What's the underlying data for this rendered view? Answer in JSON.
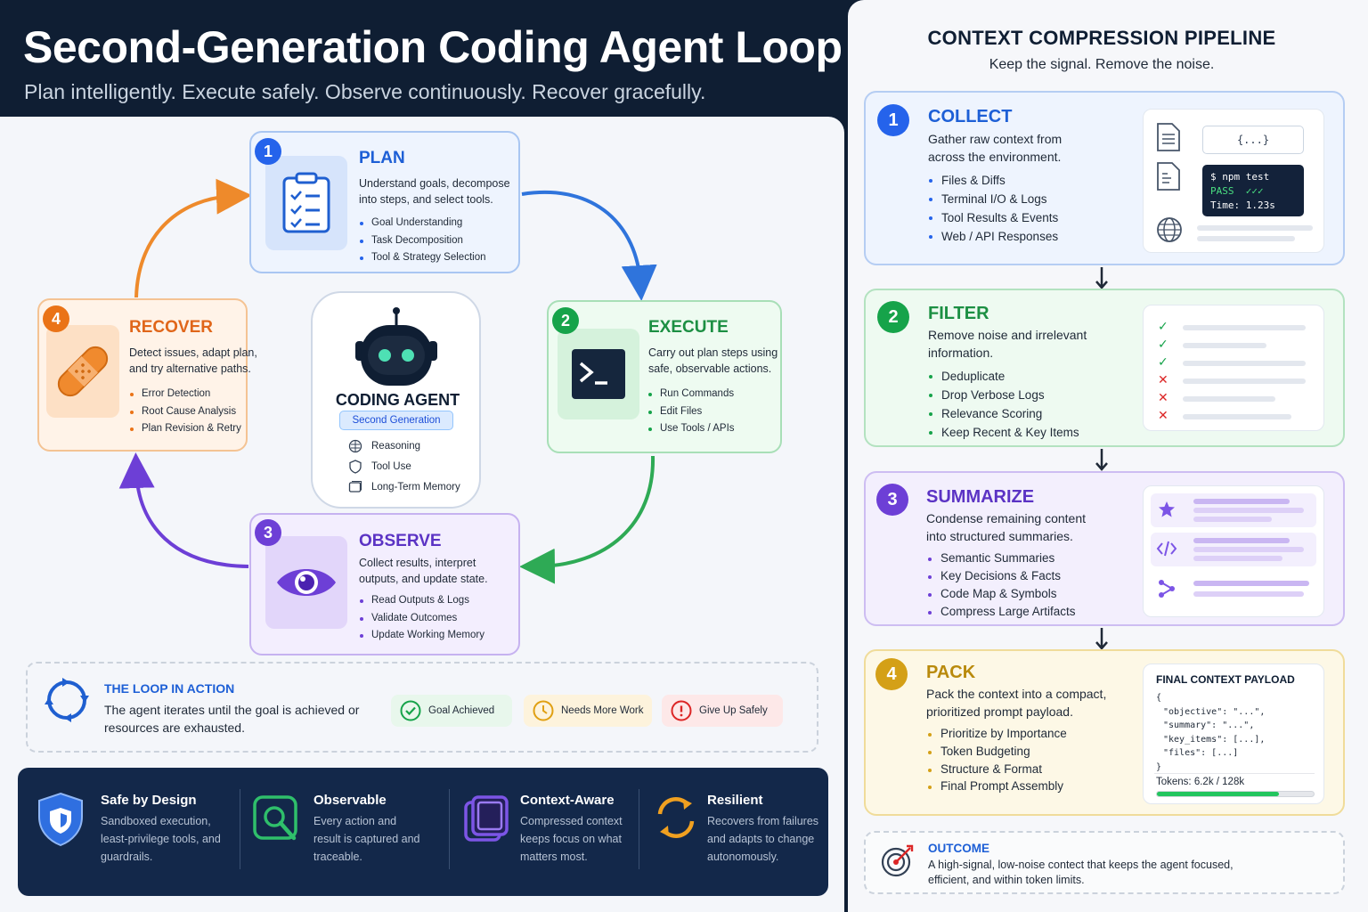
{
  "header": {
    "title": "Second-Generation Coding Agent Loop",
    "subtitle": "Plan intelligently. Execute safely. Observe continuously. Recover gracefully."
  },
  "loop": {
    "plan": {
      "num": "1",
      "title": "PLAN",
      "desc": "Understand goals, decompose into steps, and select tools.",
      "items": [
        "Goal Understanding",
        "Task Decomposition",
        "Tool & Strategy Selection"
      ],
      "icon": "clipboard-checklist-icon"
    },
    "execute": {
      "num": "2",
      "title": "EXECUTE",
      "desc": "Carry out plan steps using safe, observable actions.",
      "items": [
        "Run Commands",
        "Edit Files",
        "Use Tools / APIs"
      ],
      "icon": "terminal-icon"
    },
    "observe": {
      "num": "3",
      "title": "OBSERVE",
      "desc": "Collect results, interpret outputs, and update state.",
      "items": [
        "Read Outputs & Logs",
        "Validate Outcomes",
        "Update Working Memory"
      ],
      "icon": "eye-icon"
    },
    "recover": {
      "num": "4",
      "title": "RECOVER",
      "desc": "Detect issues, adapt plan, and try alternative paths.",
      "items": [
        "Error Detection",
        "Root Cause Analysis",
        "Plan Revision & Retry"
      ],
      "icon": "bandage-icon"
    }
  },
  "agent": {
    "title": "CODING AGENT",
    "badge": "Second Generation",
    "capabilities": [
      "Reasoning",
      "Tool Use",
      "Long-Term Memory"
    ]
  },
  "loop_in_action": {
    "title": "THE LOOP IN ACTION",
    "desc": "The agent iterates until the goal is achieved or resources are exhausted.",
    "statuses": [
      "Goal Achieved",
      "Needs More Work",
      "Give Up Safely"
    ]
  },
  "features": [
    {
      "title": "Safe by Design",
      "desc": "Sandboxed execution, least-privilege tools, and guardrails.",
      "icon": "shield-icon"
    },
    {
      "title": "Observable",
      "desc": "Every action and result is captured and traceable.",
      "icon": "magnifier-icon"
    },
    {
      "title": "Context-Aware",
      "desc": "Compressed context keeps focus on what matters most.",
      "icon": "stacked-layers-icon"
    },
    {
      "title": "Resilient",
      "desc": "Recovers from failures and adapts to change autonomously.",
      "icon": "refresh-cycle-icon"
    }
  ],
  "pipeline": {
    "title": "CONTEXT COMPRESSION PIPELINE",
    "subtitle": "Keep the signal. Remove the noise.",
    "steps": [
      {
        "num": "1",
        "title": "COLLECT",
        "desc": "Gather raw context from across the environment.",
        "items": [
          "Files & Diffs",
          "Terminal I/O & Logs",
          "Tool Results & Events",
          "Web / API Responses"
        ]
      },
      {
        "num": "2",
        "title": "FILTER",
        "desc": "Remove noise and irrelevant information.",
        "items": [
          "Deduplicate",
          "Drop Verbose Logs",
          "Relevance Scoring",
          "Keep Recent & Key Items"
        ]
      },
      {
        "num": "3",
        "title": "SUMMARIZE",
        "desc": "Condense remaining content into structured summaries.",
        "items": [
          "Semantic Summaries",
          "Key Decisions & Facts",
          "Code Map & Symbols",
          "Compress Large Artifacts"
        ]
      },
      {
        "num": "4",
        "title": "PACK",
        "desc": "Pack the context into a compact, prioritized prompt payload.",
        "items": [
          "Prioritize by Importance",
          "Token Budgeting",
          "Structure & Format",
          "Final Prompt Assembly"
        ]
      }
    ],
    "collect_visual": {
      "json_chip": "{...}",
      "terminal": {
        "cmd": "$ npm test",
        "pass": "PASS",
        "checks": "✓✓✓",
        "time": "Time: 1.23s"
      }
    },
    "filter_visual": {
      "marks": [
        "✓",
        "✓",
        "✓",
        "✕",
        "✕",
        "✕"
      ]
    },
    "pack_visual": {
      "header": "FINAL CONTEXT PAYLOAD",
      "lines": [
        "{",
        "\"objective\": \"...\",",
        "\"summary\": \"...\",",
        "\"key_items\": [...],",
        "\"files\": [...]",
        "}"
      ],
      "tokens": "Tokens: 6.2k / 128k",
      "token_fill": 0.78
    },
    "outcome": {
      "title": "OUTCOME",
      "desc": "A high-signal, low-noise contect that keeps the agent focused, efficient, and within token limits."
    }
  },
  "colors": {
    "plan": "#2563eb",
    "execute": "#16a34a",
    "observe": "#6d3fd6",
    "recover": "#ea7317",
    "pack": "#d4a017",
    "navy": "#0f1e33"
  }
}
